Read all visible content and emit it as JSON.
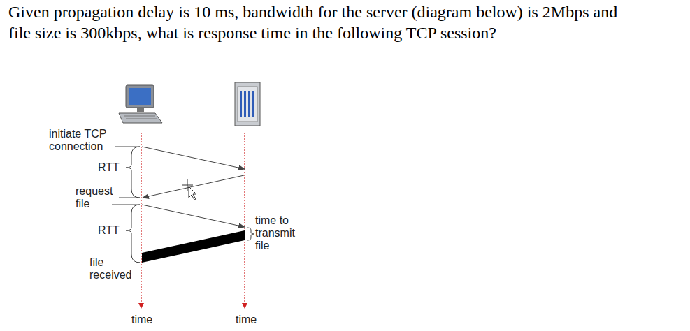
{
  "diagram": {
    "title": "Given propagation delay is 10 ms, bandwidth for the server (diagram below) is 2Mbps and file size is 300kbps, what is response time in the following TCP session?",
    "labels": [
      "initiate TCP connection",
      "RTT",
      "request file",
      "RTT",
      "time to transmit file",
      "file received",
      "time",
      "time"
    ]
  }
}
